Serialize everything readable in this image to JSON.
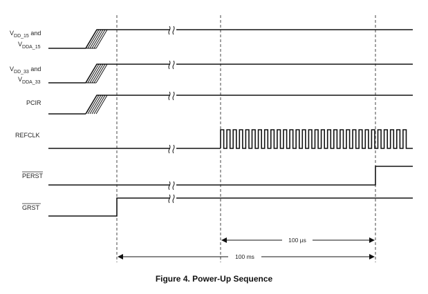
{
  "signals": {
    "vdd15": {
      "line1_main": "V",
      "line1_sub": "DD_15",
      "line1_tail": " and",
      "line2_main": "V",
      "line2_sub": "DDA_15"
    },
    "vdd33": {
      "line1_main": "V",
      "line1_sub": "DD_33",
      "line1_tail": " and",
      "line2_main": "V",
      "line2_sub": "DDA_33"
    },
    "pcir": {
      "label": "PCIR"
    },
    "refclk": {
      "label": "REFCLK"
    },
    "perst": {
      "label": "PERST"
    },
    "grst": {
      "label": "GRST"
    }
  },
  "timing": {
    "t_100us": "100 µs",
    "t_100ms": "100 ms"
  },
  "caption": "Figure 4.  Power-Up Sequence"
}
